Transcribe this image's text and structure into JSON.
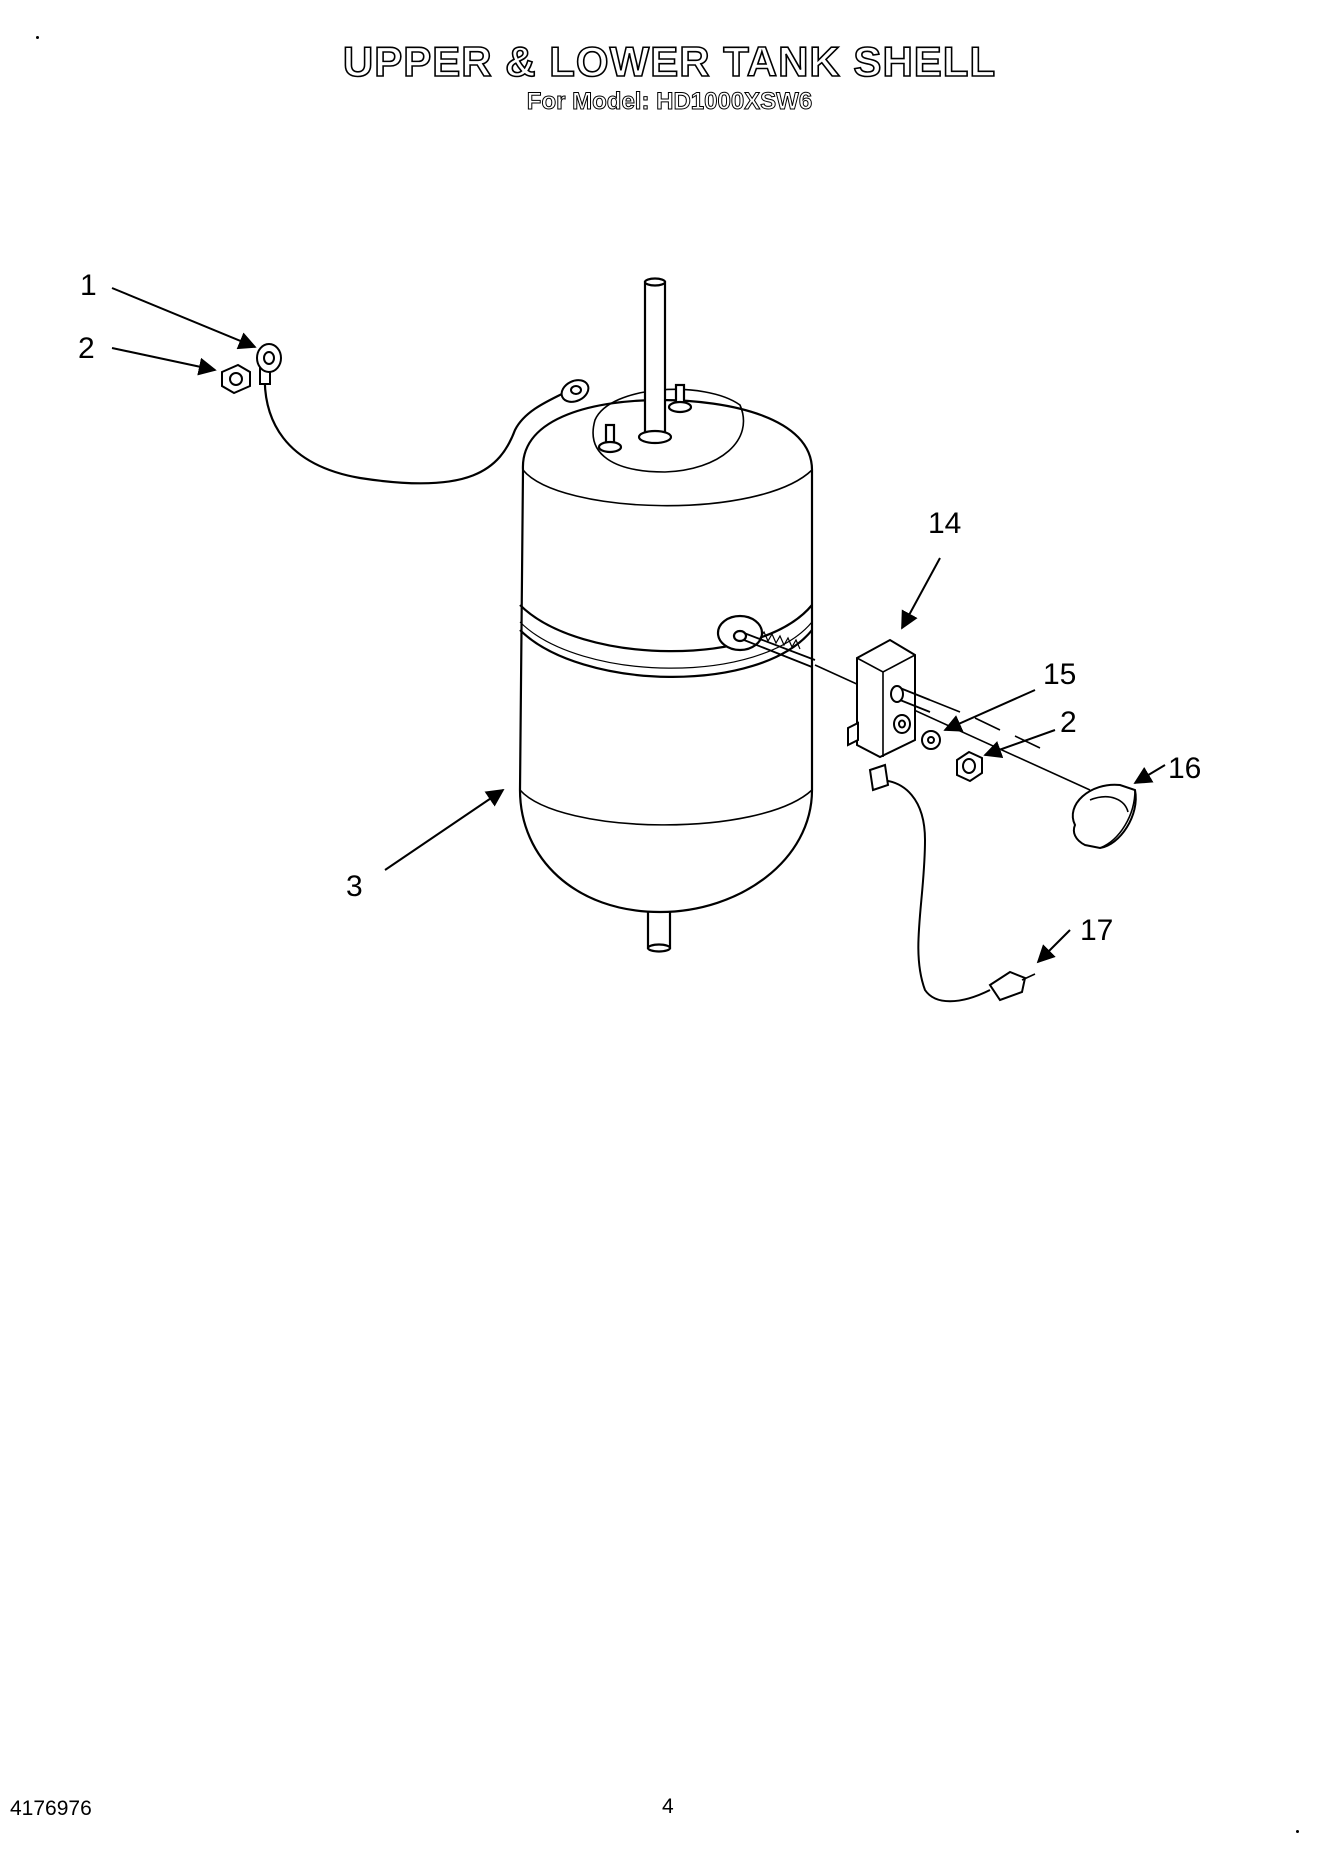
{
  "header": {
    "title": "UPPER & LOWER TANK SHELL",
    "subtitle": "For Model: HD1000XSW6"
  },
  "callouts": {
    "c1": "1",
    "c2a": "2",
    "c2b": "2",
    "c3": "3",
    "c14": "14",
    "c15": "15",
    "c16": "16",
    "c17": "17"
  },
  "footer": {
    "doc_number": "4176976",
    "page_number": "4"
  }
}
